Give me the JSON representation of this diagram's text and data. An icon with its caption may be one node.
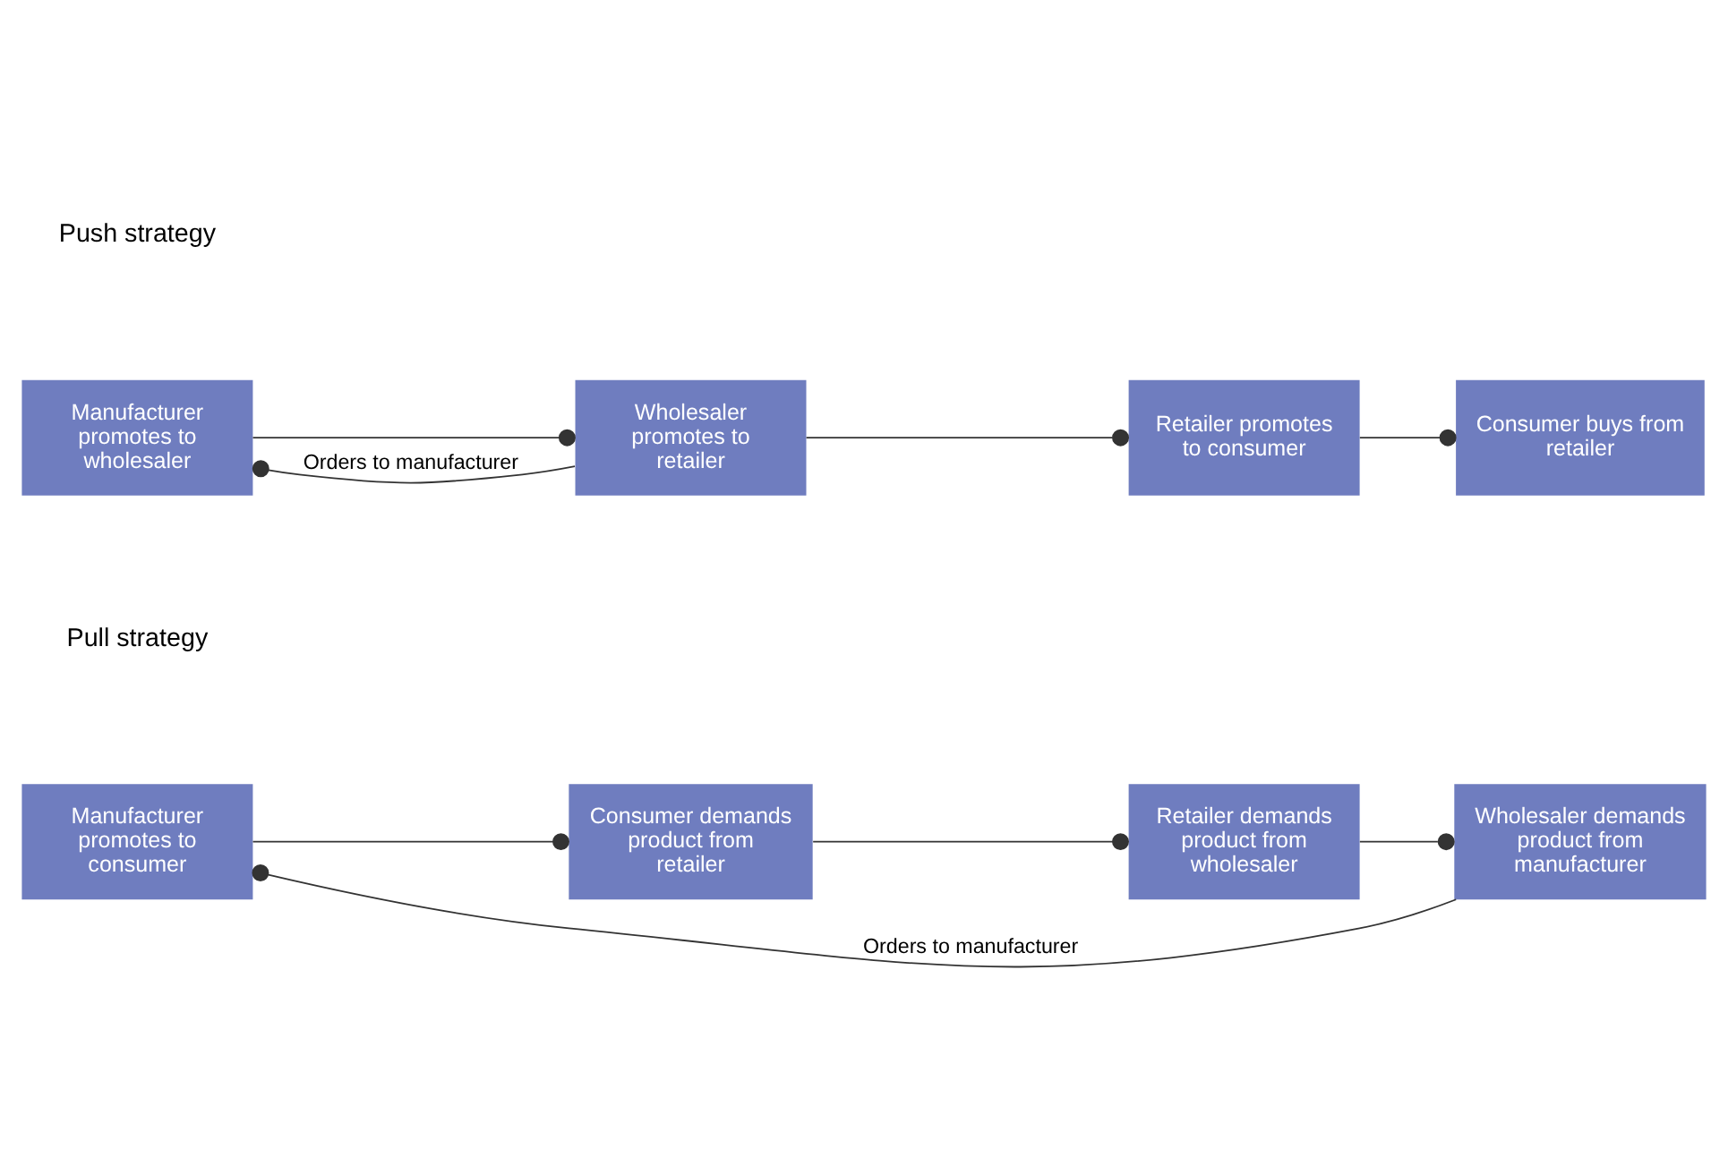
{
  "diagram": {
    "nodes": [
      {
        "text": [
          "Manufacturer promotes to wholesaler"
        ]
      },
      {
        "text": [
          "Wholesaler promotes to retailer"
        ]
      },
      {
        "text": [
          "Retailer promotes to consumer"
        ]
      },
      {
        "text": [
          "Consumer buys from retailer"
        ]
      },
      {
        "text": [
          "Manufacturer promotes to consumer"
        ]
      },
      {
        "text": [
          "Consumer demands product from retailer"
        ]
      },
      {
        "text": [
          "Retailer demands product from wholesaler"
        ]
      },
      {
        "text": [
          "Wholesaler demands product from manufacturer"
        ]
      }
    ],
    "edges": [
      {
        "from": 0,
        "to": 1,
        "arrow": "other"
      },
      {
        "from": 1,
        "to": 2,
        "arrow": "other"
      },
      {
        "from": 2,
        "to": 3,
        "arrow": "other"
      },
      {
        "from": 1,
        "to": 0,
        "arrow": "other",
        "label": "Orders to manufacturer"
      },
      {
        "from": 4,
        "to": 5,
        "arrow": "other"
      },
      {
        "from": 5,
        "to": 6,
        "arrow": "other"
      },
      {
        "from": 6,
        "to": 7,
        "arrow": "other"
      },
      {
        "from": 7,
        "to": 4,
        "arrow": "other",
        "label": "Orders to manufacturer"
      }
    ],
    "labels": [
      "Push strategy",
      "Pull strategy"
    ]
  }
}
